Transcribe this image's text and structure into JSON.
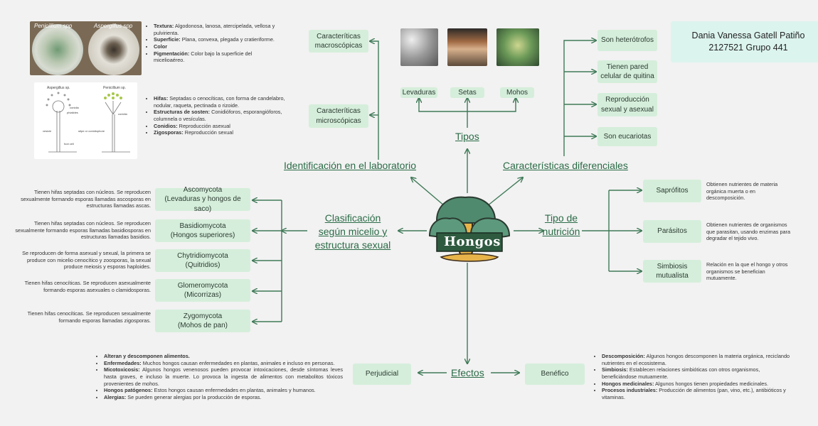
{
  "author": {
    "name": "Dania Vanessa Gatell Patiño",
    "line2": "2127521  Grupo 441"
  },
  "center": {
    "title": "Hongos"
  },
  "identificacion": {
    "heading": "Identificación en el laboratorio",
    "macro_label": "Caracteríticas macroscópicas",
    "micro_label": "Caracteríticas microscópicas",
    "photo_labels": [
      "Penicillium spp",
      "Aspergillus spp"
    ],
    "drawing_labels": [
      "Aspergillus sp.",
      "Penicillium sp.",
      "conidia",
      "phialides",
      "vesicle",
      "conidia",
      "foot cell",
      "stipe or conidiophore"
    ],
    "macro_items": [
      {
        "term": "Textura:",
        "text": " Algodonosa, lanosa, atercipelada, vellosa y pulvirienta."
      },
      {
        "term": "Superficie:",
        "text": " Plana, convexa, plegada y cratieriforme."
      },
      {
        "term": "Color",
        "text": ""
      },
      {
        "term": "Pigmentación:",
        "text": " Color bajo la superficie del micelioaéreo."
      }
    ],
    "micro_items": [
      {
        "term": "Hifas:",
        "text": " Septadas o cenocíticas, con forma de candelabro, nodular, raqueta, pectinada o rizoide."
      },
      {
        "term": "Estructuras de sosten:",
        "text": " Conidióforos, esporangióforos, columnela o vesículas."
      },
      {
        "term": "Conidios:",
        "text": " Reproducción asexual"
      },
      {
        "term": "Zigosporas:",
        "text": " Reproducción sexual"
      }
    ]
  },
  "tipos": {
    "heading": "Tipos",
    "items": [
      "Levaduras",
      "Setas",
      "Mohos"
    ]
  },
  "caracteristicas": {
    "heading": "Características diferenciales",
    "items": [
      "Son heterótrofos",
      "Tienen pared celular de quitina",
      "Reproducción sexual y asexual",
      "Son eucariotas"
    ]
  },
  "clasificacion": {
    "heading": "Clasificación según micelio y estructura sexual",
    "items": [
      {
        "name": "Ascomycota",
        "sub": "(Levaduras y hongos de saco)",
        "desc": "Tienen hifas septadas con núcleos. Se reproducen sexualmente formando esporas llamadas ascosporas en estructuras llamadas ascas."
      },
      {
        "name": "Basidiomycota",
        "sub": "(Hongos superiores)",
        "desc": "Tienen hifas septadas con núcleos. Se reproducen sexualmente formando esporas llamadas basidiosporas en estructuras llamadas basidios."
      },
      {
        "name": "Chytridiomycota",
        "sub": "(Quitridios)",
        "desc": "Se reproducen de forma asexual y sexual, la primera se produce con micelio cenocítico y zoosporas, la sexual produce meiosis y esporas haploides."
      },
      {
        "name": "Glomeromycota",
        "sub": "(Micorrizas)",
        "desc": "Tienen hifas cenocíticas. Se reproducen asexualmente formando esporas asexuales o clamidosporas."
      },
      {
        "name": "Zygomycota",
        "sub": "(Mohos de pan)",
        "desc": "Tienen hifas cenocíticas. Se reproducen sexualmente formando esporas llamadas zigosporas."
      }
    ]
  },
  "nutricion": {
    "heading": "Tipo de nutrición",
    "items": [
      {
        "name": "Saprófitos",
        "desc": "Obtienen nutrientes de materia orgánica muerta o en descomposición."
      },
      {
        "name": "Parásitos",
        "desc": "Obtienen nutrientes de organismos que parasitan, usando enzimas para degradar el tejido vivo."
      },
      {
        "name": "Simbiosis mutualista",
        "desc": "Relación en la que el hongo y otros organismos se benefician mutuamente."
      }
    ]
  },
  "efectos": {
    "heading": "Efectos",
    "perjudicial": "Perjudicial",
    "benefico": "Benéfico",
    "perj_items": [
      {
        "term": "Alteran y descomponen alimentos.",
        "text": ""
      },
      {
        "term": "Enfermedades:",
        "text": " Muchos hongos causan enfermedades en plantas, animales e incluso en personas."
      },
      {
        "term": "Micotoxicosis:",
        "text": " Algunos hongos venenosos pueden provocar intoxicaciones, desde síntomas leves hasta graves, e incluso la muerte. Lo provoca la ingesta de alimentos con metabolitos tóxicos provenientes de mohos."
      },
      {
        "term": "Hongos patógenos:",
        "text": " Estos hongos causan enfermedades en plantas, animales y humanos."
      },
      {
        "term": "Alergias:",
        "text": " Se pueden generar alergias por la producción de esporas."
      }
    ],
    "benef_items": [
      {
        "term": "Descomposición:",
        "text": " Algunos hongos descomponen la materia orgánica, reciclando nutrientes en el ecosistema."
      },
      {
        "term": "Simbiosis:",
        "text": " Establecen relaciones simbióticas con otros organismos, beneficiándose mutuamente."
      },
      {
        "term": "Hongos medicinales:",
        "text": " Algunos hongos tienen propiedades medicinales."
      },
      {
        "term": "Procesos industriales:",
        "text": " Producción de alimentos (pan, vino, etc.), antibióticos y vitaminas."
      }
    ]
  },
  "colors": {
    "line": "#3f7a57",
    "box": "#d5eedb",
    "heading": "#2a6b46",
    "author_box": "#dcf4ee"
  }
}
